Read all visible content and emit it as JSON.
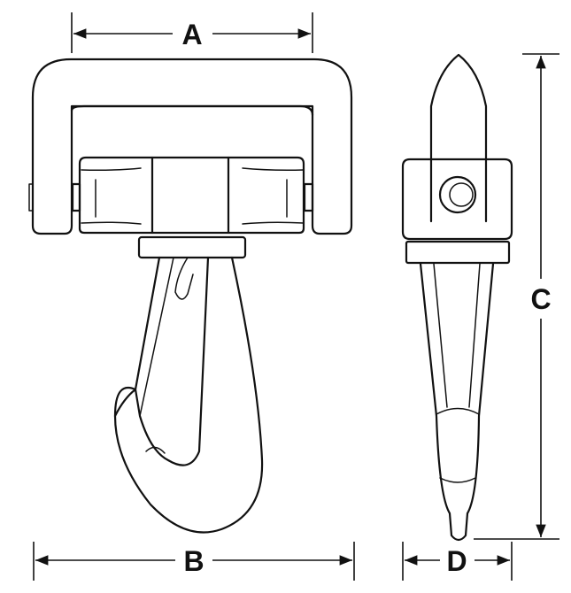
{
  "diagram": {
    "dimensions": [
      {
        "label": "A"
      },
      {
        "label": "B"
      },
      {
        "label": "C"
      },
      {
        "label": "D"
      }
    ]
  }
}
